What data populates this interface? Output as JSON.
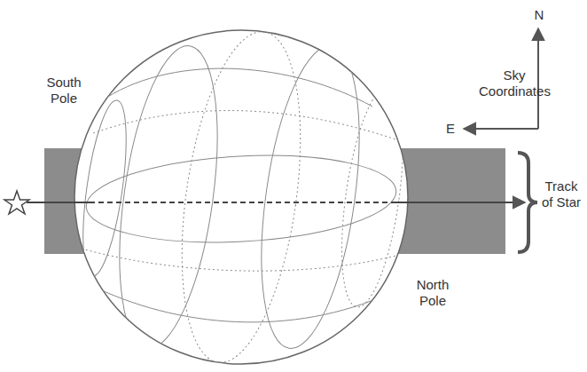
{
  "diagram": {
    "labels": [
      "South Pole",
      "N",
      "Sky Coordinates",
      "E",
      "Track of Star",
      "North Pole"
    ]
  }
}
